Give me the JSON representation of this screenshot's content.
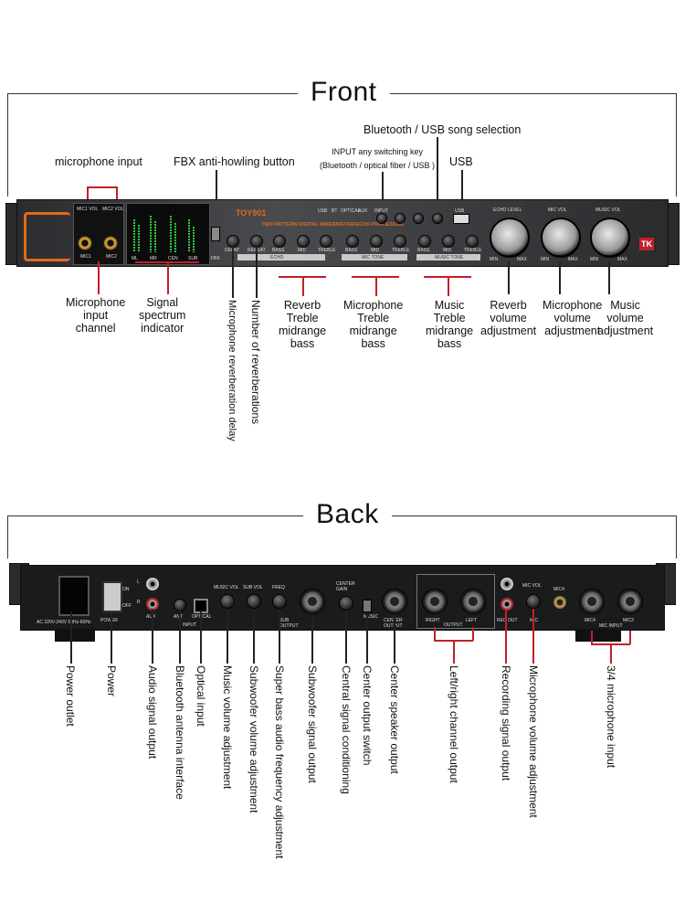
{
  "headings": {
    "front": "Front",
    "back": "Back"
  },
  "front_panel": {
    "model": "TOY901",
    "subtitle": "TWO PATTERN DIGITAL MIXER/REVER/ECHO PROCESSOR",
    "brand": "TK",
    "mic_labels": [
      "MIC1 VOL",
      "MIC2 VOL",
      "MIC1",
      "MIC2"
    ],
    "meter_labels": [
      "ML",
      "MR",
      "CEN",
      "SUB"
    ],
    "fbx": "FBX",
    "knob_labels": [
      "DELAY",
      "REPEAT",
      "BASS",
      "MID",
      "TREBLE",
      "BASS",
      "MID",
      "TREBLE",
      "BASS",
      "MID",
      "TREBLE"
    ],
    "section_labels": [
      "ECHO",
      "MIC TONE",
      "MUSIC TONE"
    ],
    "top_labels": [
      "USB",
      "BT",
      "OPTICAL",
      "AUX",
      "INPUT",
      "USB"
    ],
    "big_knobs": [
      {
        "label": "ECHO LEVEL",
        "min": "MIN",
        "max": "MAX"
      },
      {
        "label": "MIC VOL",
        "min": "MIN",
        "max": "MAX"
      },
      {
        "label": "MUSIC VOL",
        "min": "MIN",
        "max": "MAX"
      }
    ]
  },
  "front_annotations": {
    "bt_usb_song": "Bluetooth / USB song selection",
    "input_key_1": "INPUT any switching key",
    "input_key_2": "(Bluetooth / optical fiber / USB )",
    "usb": "USB",
    "mic_input": "microphone input",
    "fbx_button": "FBX anti-howling button",
    "mic_input_channel": "Microphone\ninput\nchannel",
    "signal_spectrum": "Signal\nspectrum\nindicator",
    "mic_reverb_delay": "Microphone reverberation delay",
    "num_reverberations": "Number of reverberations",
    "reverb_tone": "Reverb\nTreble\nmidrange\nbass",
    "mic_tone": "Microphone\nTreble\nmidrange\nbass",
    "music_tone": "Music\nTreble\nmidrange\nbass",
    "reverb_volume": "Reverb\nvolume\nadjustment",
    "mic_volume": "Microphone\nvolume\nadjustment",
    "music_volume": "Music\nvolume\nadjustment"
  },
  "back_panel": {
    "ac_label": "AC 220V-240V 50Hz-60Hz",
    "on": "ON",
    "off": "OFF",
    "power": "POWER",
    "lr": [
      "L",
      "R"
    ],
    "aux": "AUX",
    "ant": "ANT",
    "optical": "OPTICAL",
    "input": "INPUT",
    "music_vol": "MUSIC VOL",
    "sub_vol": "SUB VOL",
    "freq": "FREQ",
    "sub_output": "SUB\nOUTPUT",
    "center_gain": "CENTER\nGAIN",
    "center_output": "CENTER\nOUTPUT",
    "music": "MUSIC",
    "right": "RIGHT",
    "left": "LEFT",
    "output": "OUTPUT",
    "rec_out": "REC OUT",
    "mic_vol": "MIC VOL",
    "mic": "MIC",
    "mic4": "MIC4",
    "mic3": "MIC3",
    "mic_input": "MIC INPUT"
  },
  "back_annotations": [
    "Power outlet",
    "Power",
    "Audio signal output",
    "Bluetooth antenna interface",
    "Optical input",
    "Music volume adjustment",
    "Subwoofer volume adjustment",
    "Super bass audio frequency adjustment",
    "Subwoofer signal output",
    "Central signal conditioning",
    "Center output switch",
    "Center speaker output",
    "Left/right channel output",
    "Recording signal output",
    "Microphone volume adjustment",
    "3/4 microphone input"
  ]
}
